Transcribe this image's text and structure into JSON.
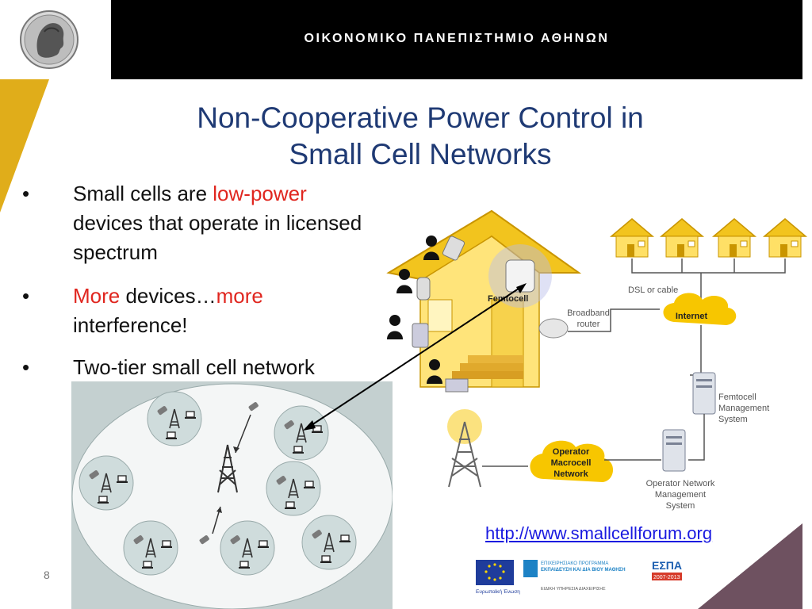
{
  "header": {
    "university_name": "ΟΙΚΟΝΟΜΙΚΟ ΠΑΝΕΠΙΣΤΗΜΙΟ ΑΘΗΝΩΝ"
  },
  "title": {
    "line1": "Non-Cooperative Power Control in",
    "line2": "Small Cell Networks"
  },
  "bullets": {
    "b1": {
      "dot": "•",
      "pre": "Small cells are ",
      "highlight": "low-power",
      "post": " devices that operate in licensed spectrum"
    },
    "b2": {
      "dot": "•",
      "w1": "More",
      "w2": " devices…",
      "w3": "more",
      "w4": " interference!"
    },
    "b3": {
      "dot": "•",
      "text": "Two-tier small cell network"
    }
  },
  "diagram": {
    "femtocell": "Femtocell",
    "broadband_router": [
      "Broadband",
      "router"
    ],
    "dsl_or_cable": "DSL or cable",
    "internet": "Internet",
    "femtocell_mgmt": [
      "Femtocell",
      "Management",
      "System"
    ],
    "operator_macrocell": [
      "Operator",
      "Macrocell",
      "Network"
    ],
    "operator_network_mgmt": [
      "Operator Network",
      "Management",
      "System"
    ]
  },
  "link": {
    "url_text": "http://www.smallcellforum.org"
  },
  "slide_number": "8",
  "colors": {
    "title": "#1f3a74",
    "highlight": "#e0261f",
    "link": "#1a1ae0",
    "gold": "#e0ad1a",
    "plum": "#6e5160"
  },
  "funding": {
    "eu_caption": "Ευρωπαϊκή Ένωση",
    "program_l1": "ΕΠΙΧΕΙΡΗΣΙΑΚΟ ΠΡΟΓΡΑΜΜΑ",
    "program_l2": "ΕΚΠΑΙΔΕΥΣΗ ΚΑΙ ΔΙΑ ΒΙΟΥ ΜΑΘΗΣΗ",
    "ministry": "ΕΙΔΙΚΗ ΥΠΗΡΕΣΙΑ ΔΙΑΧΕΙΡΙΣΗΣ",
    "espa": "ΕΣΠΑ",
    "espa_years": "2007-2013"
  }
}
